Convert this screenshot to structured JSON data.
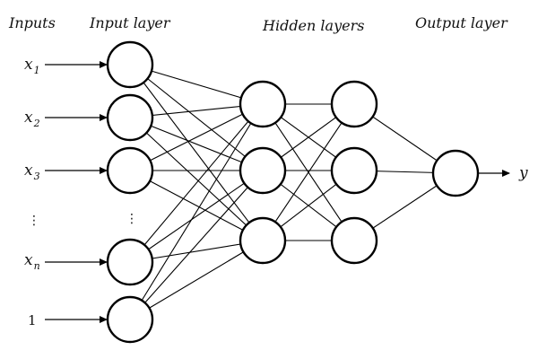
{
  "headers": {
    "inputs": "Inputs",
    "input_layer": "Input layer",
    "hidden_layers": "Hidden layers",
    "output_layer": "Output layer"
  },
  "inputs": [
    {
      "base": "x",
      "sub": "1"
    },
    {
      "base": "x",
      "sub": "2"
    },
    {
      "base": "x",
      "sub": "3"
    },
    {
      "base": "x",
      "sub": "n"
    },
    {
      "base": "1",
      "sub": ""
    }
  ],
  "ellipsis": "⋮",
  "output_label": "y"
}
